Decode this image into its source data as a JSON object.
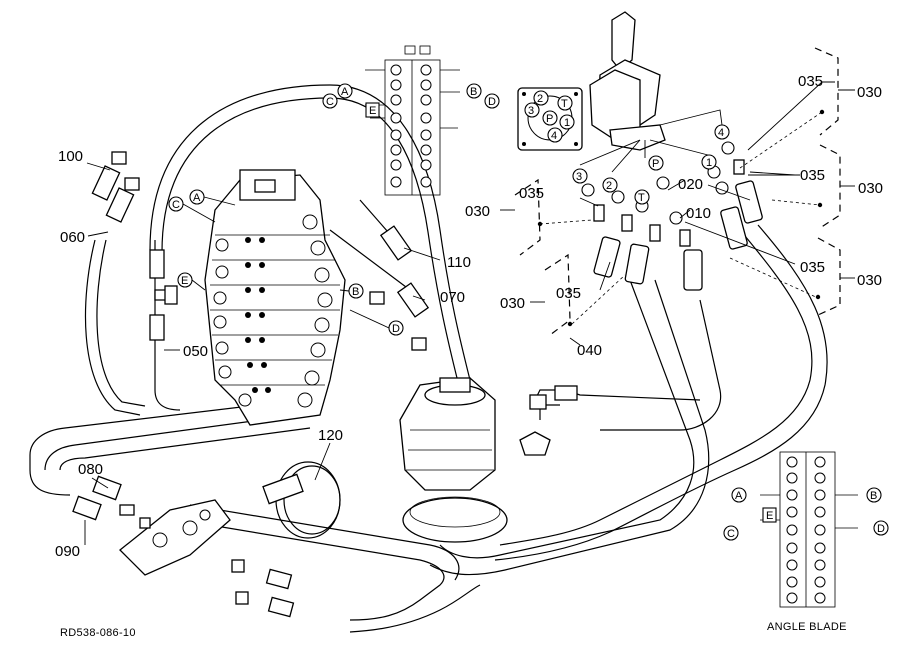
{
  "figure_code": "RD538-086-10",
  "caption": "ANGLE BLADE",
  "part_numbers": {
    "p010": "010",
    "p020": "020",
    "p030a": "030",
    "p030b": "030",
    "p030c": "030",
    "p030d": "030",
    "p030e": "030",
    "p035a": "035",
    "p035b": "035",
    "p035c": "035",
    "p035d": "035",
    "p035e": "035",
    "p040": "040",
    "p050": "050",
    "p060": "060",
    "p070": "070",
    "p080": "080",
    "p090": "090",
    "p100": "100",
    "p110": "110",
    "p120": "120"
  },
  "connection_letters": {
    "A": "A",
    "B": "B",
    "C": "C",
    "D": "D",
    "E": "E"
  },
  "port_labels": {
    "P": "P",
    "T": "T",
    "n1": "1",
    "n2": "2",
    "n3": "3",
    "n4": "4"
  },
  "colors": {
    "line": "#000000",
    "background": "#ffffff"
  }
}
